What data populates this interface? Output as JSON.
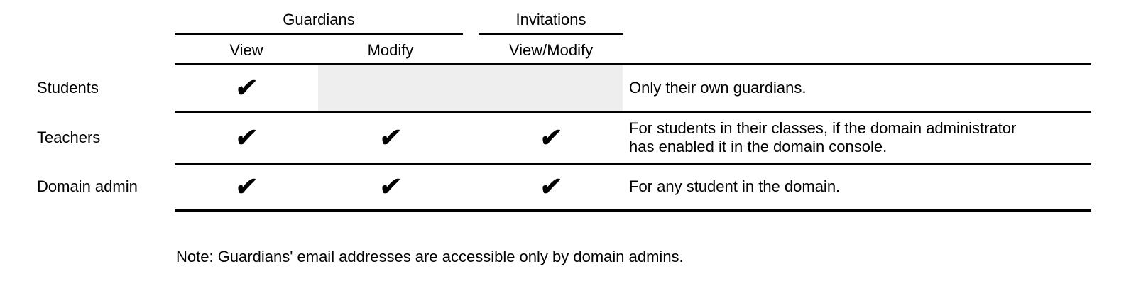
{
  "table": {
    "groups": [
      {
        "label": "Guardians"
      },
      {
        "label": "Invitations"
      }
    ],
    "columns": [
      "View",
      "Modify",
      "View/Modify"
    ],
    "rows": [
      {
        "label": "Students",
        "checks": {
          "view": true,
          "modify": false,
          "view_modify": false
        },
        "shaded_disabled_cells": true,
        "note_lines": [
          "Only their own guardians."
        ]
      },
      {
        "label": "Teachers",
        "checks": {
          "view": true,
          "modify": true,
          "view_modify": true
        },
        "shaded_disabled_cells": false,
        "note_lines": [
          "For students in their classes, if the domain administrator",
          "has enabled it in the domain console."
        ]
      },
      {
        "label": "Domain admin",
        "checks": {
          "view": true,
          "modify": true,
          "view_modify": true
        },
        "shaded_disabled_cells": false,
        "note_lines": [
          "For any student in the domain."
        ]
      }
    ]
  },
  "glyphs": {
    "check": "✔"
  },
  "footnote": "Note: Guardians' email addresses are accessible only by domain admins.",
  "colors": {
    "background": "#ffffff",
    "text": "#000000",
    "rule": "#000000",
    "shaded_cell": "#eeeeee"
  }
}
